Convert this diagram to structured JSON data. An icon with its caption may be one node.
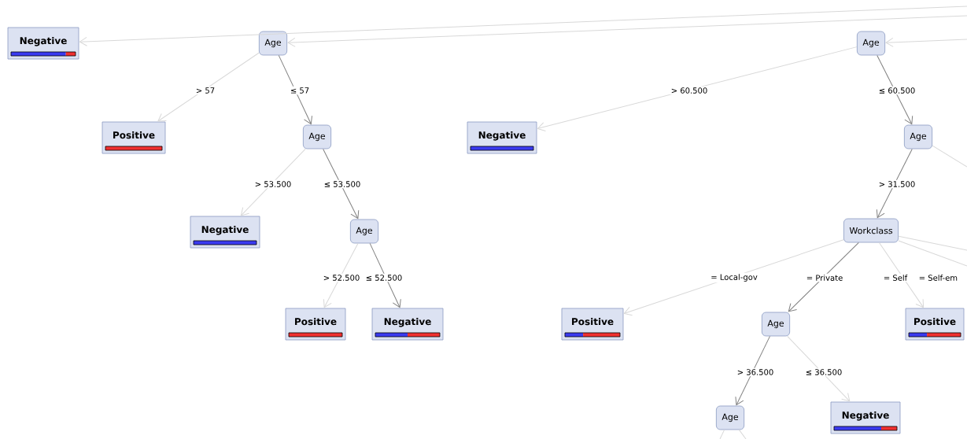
{
  "diagram": {
    "nodes": [
      {
        "text": [
          "Negative"
        ]
      },
      {
        "text": [
          "Age"
        ]
      },
      {
        "text": [
          "Positive"
        ]
      },
      {
        "text": [
          "Age"
        ]
      },
      {
        "text": [
          "Negative"
        ]
      },
      {
        "text": [
          "Age"
        ]
      },
      {
        "text": [
          "Positive"
        ]
      },
      {
        "text": [
          "Negative"
        ]
      },
      {
        "text": [
          "Age"
        ]
      },
      {
        "text": [
          "Negative"
        ]
      },
      {
        "text": [
          "Age"
        ]
      },
      {
        "text": [
          "Workclass"
        ]
      },
      {
        "text": [
          "Positive"
        ]
      },
      {
        "text": [
          "Age"
        ]
      },
      {
        "text": [
          "Positive"
        ]
      },
      {
        "text": [
          "Negative"
        ]
      },
      {
        "text": [
          "Age"
        ]
      }
    ],
    "edges": [
      {
        "from": null,
        "to": 0,
        "arrow": "to"
      },
      {
        "from": null,
        "to": 1,
        "arrow": "to"
      },
      {
        "from": 1,
        "to": 2,
        "arrow": "to",
        "label": "> 57"
      },
      {
        "from": 1,
        "to": 3,
        "arrow": "to",
        "label": "≤ 57",
        "color": "#808080"
      },
      {
        "from": 3,
        "to": 4,
        "arrow": "to",
        "label": "> 53.500"
      },
      {
        "from": 3,
        "to": 5,
        "arrow": "to",
        "label": "≤ 53.500",
        "color": "#808080"
      },
      {
        "from": 5,
        "to": 6,
        "arrow": "to",
        "label": "> 52.500"
      },
      {
        "from": 5,
        "to": 7,
        "arrow": "to",
        "label": "≤ 52.500",
        "color": "#808080"
      },
      {
        "from": null,
        "to": 8,
        "arrow": "to"
      },
      {
        "from": 8,
        "to": 9,
        "arrow": "to",
        "label": "> 60.500"
      },
      {
        "from": 8,
        "to": 10,
        "arrow": "to",
        "label": "≤ 60.500",
        "color": "#808080"
      },
      {
        "from": 10,
        "to": null,
        "arrow": "none"
      },
      {
        "from": 10,
        "to": 11,
        "arrow": "to",
        "label": "> 31.500",
        "color": "#808080"
      },
      {
        "from": 11,
        "to": 12,
        "arrow": "to",
        "label": "= Local-gov"
      },
      {
        "from": 11,
        "to": 13,
        "arrow": "to",
        "label": "= Private",
        "color": "#808080"
      },
      {
        "from": 11,
        "to": 14,
        "arrow": "to",
        "label": "= Self"
      },
      {
        "from": 11,
        "to": null,
        "arrow": "none",
        "label": "= Self-em"
      },
      {
        "from": 11,
        "to": null,
        "arrow": "none"
      },
      {
        "from": 13,
        "to": 16,
        "arrow": "to",
        "label": "> 36.500",
        "color": "#808080"
      },
      {
        "from": 13,
        "to": 15,
        "arrow": "to",
        "label": "≤ 36.500"
      },
      {
        "from": 16,
        "to": null,
        "arrow": "none"
      },
      {
        "from": 16,
        "to": null,
        "arrow": "none"
      }
    ]
  }
}
